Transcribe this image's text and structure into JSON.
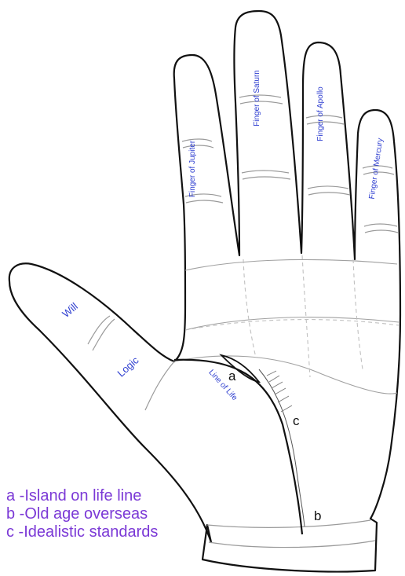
{
  "fingers": {
    "jupiter": "Finger of Jupiter",
    "saturn": "Finger of Saturn",
    "apollo": "Finger of Apollo",
    "mercury": "Finger of Mercury"
  },
  "thumb": {
    "will": "Will",
    "logic": "Logic"
  },
  "palm": {
    "line_of_life": "Line of Life"
  },
  "markers": {
    "a": "a",
    "b": "b",
    "c": "c"
  },
  "legend": [
    "a -Island on life line",
    "b -Old age overseas",
    "c -Idealistic standards"
  ],
  "colors": {
    "label_blue": "#2f3fd0",
    "legend_purple": "#7b39d6",
    "outline": "#111111",
    "crease": "#9a9a9a"
  }
}
